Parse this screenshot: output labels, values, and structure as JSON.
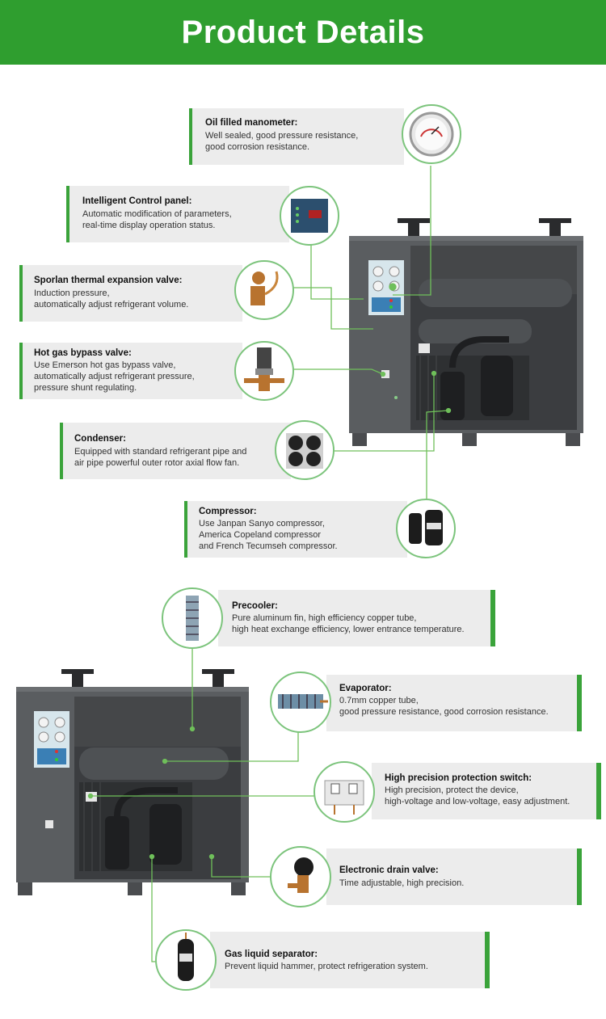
{
  "header": {
    "title": "Product Details"
  },
  "colors": {
    "accent": "#2f9e2f",
    "line": "#6fbf5a",
    "machine": "#5a5d60",
    "panel": "#d7e6ec"
  },
  "features_top": [
    {
      "title": "Oil filled manometer:",
      "lines": [
        "Well sealed, good pressure resistance,",
        "good corrosion resistance."
      ]
    },
    {
      "title": "Intelligent Control panel:",
      "lines": [
        "Automatic modification of parameters,",
        "real-time display operation status."
      ]
    },
    {
      "title": "Sporlan thermal expansion valve:",
      "lines": [
        "Induction pressure,",
        "automatically adjust refrigerant volume."
      ]
    },
    {
      "title": "Hot gas bypass valve:",
      "lines": [
        "Use Emerson hot gas bypass valve,",
        "automatically adjust refrigerant pressure,",
        "pressure shunt regulating."
      ]
    },
    {
      "title": "Condenser:",
      "lines": [
        "Equipped with standard refrigerant pipe and",
        "air pipe powerful outer rotor axial flow fan."
      ]
    },
    {
      "title": "Compressor:",
      "lines": [
        "Use Janpan Sanyo compressor,",
        "America Copeland compressor",
        "and French Tecumseh compressor."
      ]
    }
  ],
  "features_bottom": [
    {
      "title": "Precooler:",
      "lines": [
        "Pure aluminum fin, high efficiency copper tube,",
        "high heat exchange efficiency, lower entrance temperature."
      ]
    },
    {
      "title": "Evaporator:",
      "lines": [
        "0.7mm copper tube,",
        "good pressure resistance, good corrosion resistance."
      ]
    },
    {
      "title": "High precision protection switch:",
      "lines": [
        "High precision, protect the device,",
        "high-voltage and low-voltage, easy adjustment."
      ]
    },
    {
      "title": "Electronic drain valve:",
      "lines": [
        "Time adjustable, high precision."
      ]
    },
    {
      "title": "Gas liquid separator:",
      "lines": [
        "Prevent liquid hammer, protect refrigeration system."
      ]
    }
  ]
}
